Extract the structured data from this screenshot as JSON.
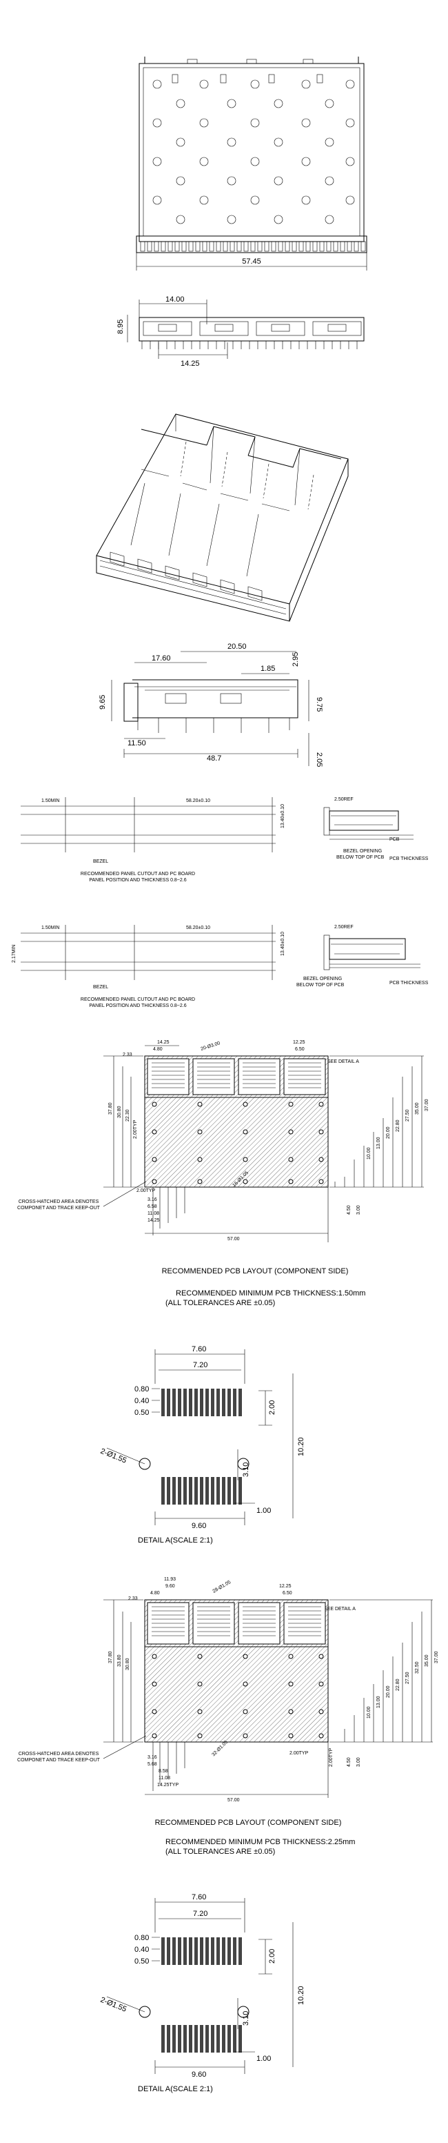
{
  "views": {
    "top": {
      "width": "57.45"
    },
    "front": {
      "height": "8.95",
      "pitch_top": "14.00",
      "pitch_bottom": "14.25"
    },
    "side": {
      "d1": "20.50",
      "d2": "17.60",
      "d3": "1.85",
      "d4": "2.95",
      "d5": "9.65",
      "d6": "9.75",
      "d7": "11.50",
      "d8": "48.7",
      "d9": "2.05"
    }
  },
  "panel1": {
    "dim_a": "1.50MIN",
    "dim_b": "58.20±0.10",
    "dim_c": "13.40±0.10",
    "bezel": "BEZEL",
    "caption_line1": "RECOMMENDED PANEL CUTOUT AND PC BOARD",
    "caption_line2": "PANEL POSITION AND THICKNESS 0.8~2.6",
    "side_a": "2.50REF",
    "side_b": "PCB",
    "bezel_open_line1": "BEZEL OPENING",
    "bezel_open_line2": "BELOW TOP OF PCB",
    "pcb_thickness": "PCB THICKNESS"
  },
  "panel2": {
    "dim_a": "1.50MIN",
    "dim_b": "58.20±0.10",
    "dim_c": "13.40±0.10",
    "dim_left": "2.17MIN",
    "bezel": "BEZEL",
    "caption_line1": "RECOMMENDED PANEL CUTOUT AND PC BOARD",
    "caption_line2": "PANEL POSITION AND THICKNESS 0.8~2.6",
    "side_a": "2.50REF",
    "bezel_open_line1": "BEZEL OPENING",
    "bezel_open_line2": "BELOW TOP OF PCB",
    "pcb_thickness": "PCB THICKNESS"
  },
  "layout1": {
    "top_dims": [
      "14.25",
      "4.80",
      "2.33",
      "20-Ø3.00",
      "12.25",
      "6.50"
    ],
    "see_detail": "SEE DETAIL A",
    "left_dims": [
      "37.80",
      "30.80",
      "22.30"
    ],
    "right_dims": [
      "37.00",
      "35.00",
      "27.50",
      "22.80",
      "20.00",
      "13.00",
      "10.00",
      "4.50",
      "3.00"
    ],
    "typ1": "2.00TYP",
    "typ2": "2.00TYP",
    "holes": "16-Ø1.05",
    "bottom_dims": [
      "3.16",
      "6.58",
      "11.08",
      "14.25",
      "57.00"
    ],
    "keepout_line1": "CROSS-HATCHED AREA DENOTES",
    "keepout_line2": "COMPONET AND TRACE KEEP-OUT",
    "title": "RECOMMENDED PCB LAYOUT (COMPONENT SIDE)",
    "note1": "RECOMMENDED MINIMUM PCB THICKNESS:1.50mm",
    "note2": "(ALL TOLERANCES ARE ±0.05)"
  },
  "detail1": {
    "dims": [
      "7.60",
      "7.20",
      "0.80",
      "0.40",
      "0.50",
      "2.00",
      "10.20",
      "3.10",
      "1.00",
      "9.60"
    ],
    "holes": "2-Ø1.55",
    "title": "DETAIL A(SCALE 2:1)"
  },
  "layout2": {
    "top_dims": [
      "11.93",
      "9.60",
      "4.80",
      "2.33",
      "28-Ø1.05",
      "12.25",
      "6.50"
    ],
    "see_detail": "SEE DETAIL A",
    "left_dims": [
      "37.80",
      "33.80",
      "30.80"
    ],
    "right_dims": [
      "37.00",
      "35.00",
      "32.50",
      "27.50",
      "22.80",
      "20.00",
      "13.00",
      "10.00",
      "4.50",
      "3.00"
    ],
    "typ1": "2.00TYP",
    "typ2": "2.00TYP",
    "holes": "32-Ø1.05",
    "bottom_dims": [
      "3.16",
      "5.68",
      "8.58",
      "11.08",
      "14.25TYP",
      "57.00"
    ],
    "keepout_line1": "CROSS-HATCHED AREA DENOTES",
    "keepout_line2": "COMPONET AND TRACE KEEP-OUT",
    "title": "RECOMMENDED PCB LAYOUT (COMPONENT SIDE)",
    "note1": "RECOMMENDED MINIMUM PCB THICKNESS:2.25mm",
    "note2": "(ALL TOLERANCES ARE ±0.05)"
  },
  "detail2": {
    "dims": [
      "7.60",
      "7.20",
      "0.80",
      "0.40",
      "0.50",
      "2.00",
      "10.20",
      "3.10",
      "1.00",
      "9.60"
    ],
    "holes": "2-Ø1.55",
    "title": "DETAIL A(SCALE 2:1)"
  }
}
